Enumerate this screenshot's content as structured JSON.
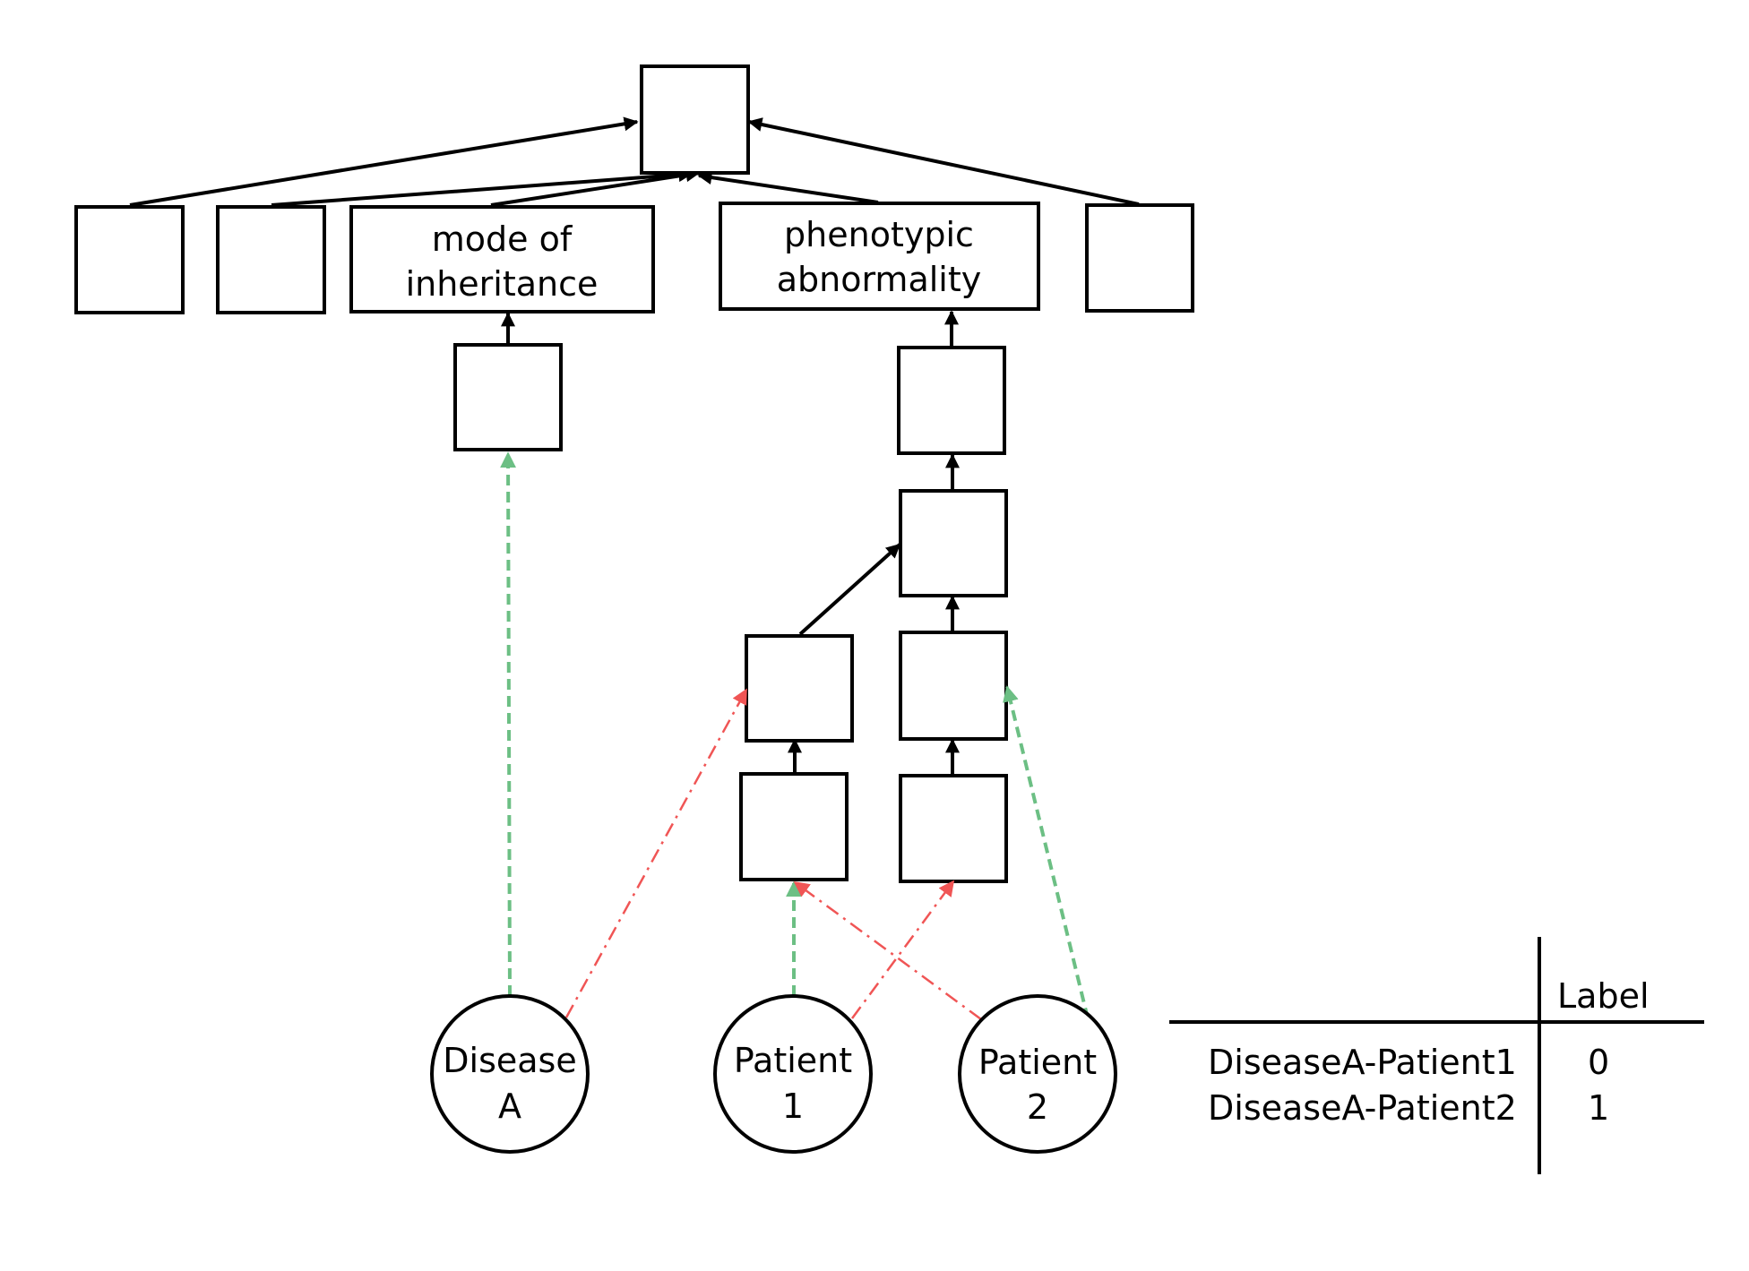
{
  "nodes": {
    "mode_of_inheritance": {
      "line1": "mode of",
      "line2": "inheritance"
    },
    "phenotypic_abnormality": {
      "line1": "phenotypic",
      "line2": "abnormality"
    },
    "disease_a": {
      "line1": "Disease",
      "line2": "A"
    },
    "patient_1": {
      "line1": "Patient",
      "line2": "1"
    },
    "patient_2": {
      "line1": "Patient",
      "line2": "2"
    }
  },
  "edge_colors": {
    "is_a": "#000000",
    "annotation": "#6cbf84",
    "negative_annotation": "#f05555"
  },
  "table": {
    "header": "Label",
    "rows": [
      {
        "pair": "DiseaseA-Patient1",
        "label": "0"
      },
      {
        "pair": "DiseaseA-Patient2",
        "label": "1"
      }
    ]
  }
}
